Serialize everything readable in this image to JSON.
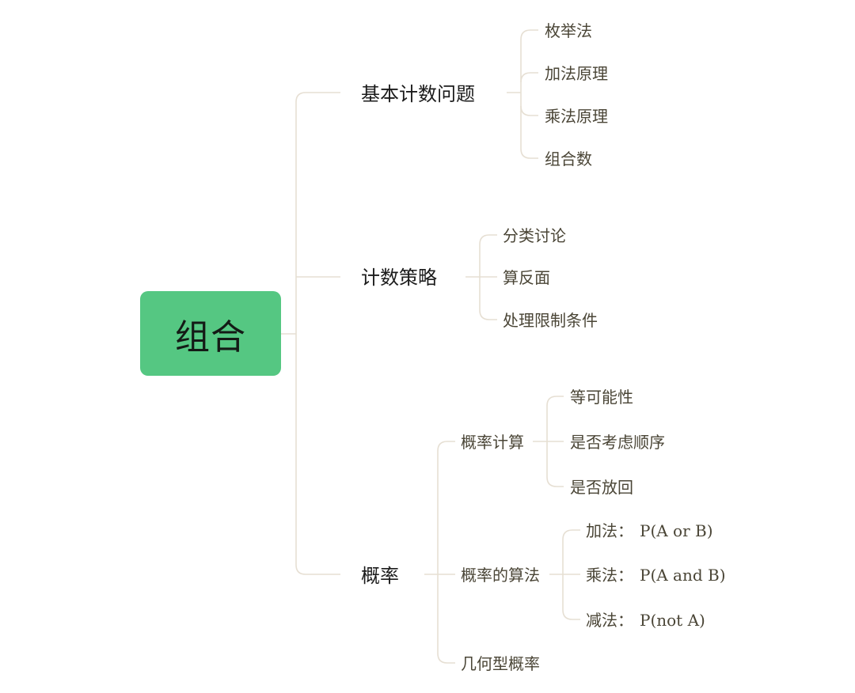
{
  "mindmap": {
    "root": {
      "label": "组合",
      "color": "#55c782"
    },
    "branches": [
      {
        "label": "基本计数问题",
        "children": [
          {
            "label": "枚举法"
          },
          {
            "label": "加法原理"
          },
          {
            "label": "乘法原理"
          },
          {
            "label": "组合数"
          }
        ]
      },
      {
        "label": "计数策略",
        "children": [
          {
            "label": "分类讨论"
          },
          {
            "label": "算反面"
          },
          {
            "label": "处理限制条件"
          }
        ]
      },
      {
        "label": "概率",
        "children": [
          {
            "label": "概率计算",
            "children": [
              {
                "label": "等可能性"
              },
              {
                "label": "是否考虑顺序"
              },
              {
                "label": "是否放回"
              }
            ]
          },
          {
            "label": "概率的算法",
            "children": [
              {
                "label": "加法：",
                "formula": "P(A or B)"
              },
              {
                "label": "乘法：",
                "formula": "P(A and B)"
              },
              {
                "label": "减法：",
                "formula": "P(not A)"
              }
            ]
          },
          {
            "label": "几何型概率"
          }
        ]
      }
    ],
    "connector_color": "#e6dfd3"
  }
}
